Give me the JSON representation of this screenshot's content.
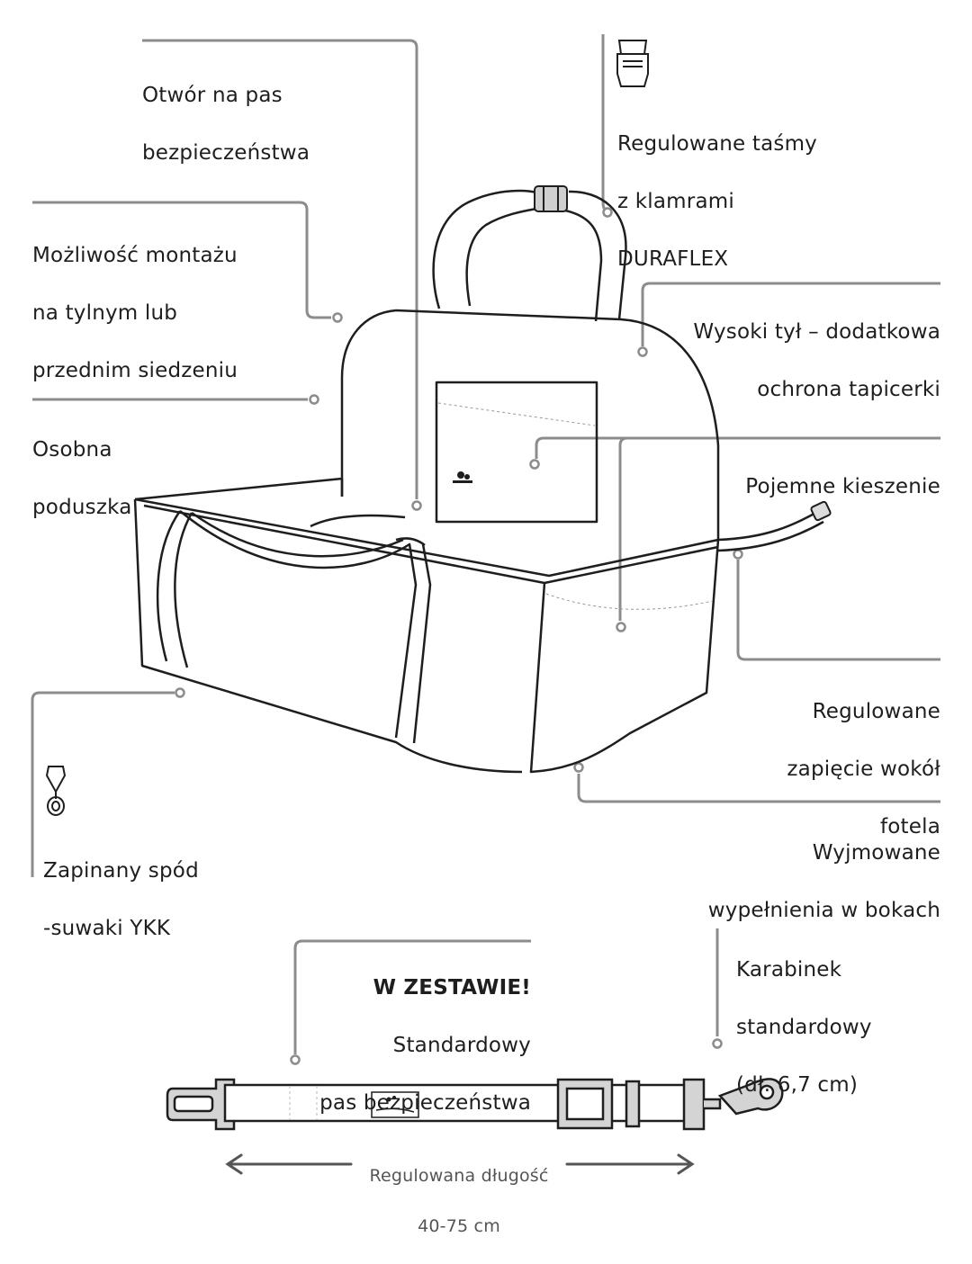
{
  "labels": {
    "seatbelt_hole": [
      "Otwór na pas",
      "bezpieczeństwa"
    ],
    "straps": [
      "Regulowane taśmy",
      "z klamrami",
      "DURAFLEX"
    ],
    "mounting": [
      "Możliwość montażu",
      "na tylnym lub",
      "przednim siedzeniu"
    ],
    "high_back": [
      "Wysoki tył – dodatkowa",
      "ochrona tapicerki"
    ],
    "cushion": [
      "Osobna",
      "poduszka"
    ],
    "pockets": [
      "Pojemne kieszenie"
    ],
    "fastening": [
      "Regulowane",
      "zapięcie wokół",
      "fotela"
    ],
    "zipper_bottom": [
      "Zapinany spód",
      "-suwaki YKK"
    ],
    "removable_fill": [
      "Wyjmowane",
      "wypełnienia w bokach"
    ],
    "in_set_title": "W ZESTAWIE!",
    "in_set_body": [
      "Standardowy",
      "pas bezpieczeństwa"
    ],
    "carabiner": [
      "Karabinek",
      "standardowy",
      "(dł. 6,7 cm)"
    ],
    "length": [
      "Regulowana długość",
      "40-75 cm"
    ]
  },
  "icons": [
    "buckle-icon",
    "zipper-icon",
    "carabiner-icon",
    "seatbelt-clip-icon"
  ],
  "colors": {
    "line": "#8c8c8c",
    "outline": "#1e1e1e",
    "arrow": "#555555"
  }
}
